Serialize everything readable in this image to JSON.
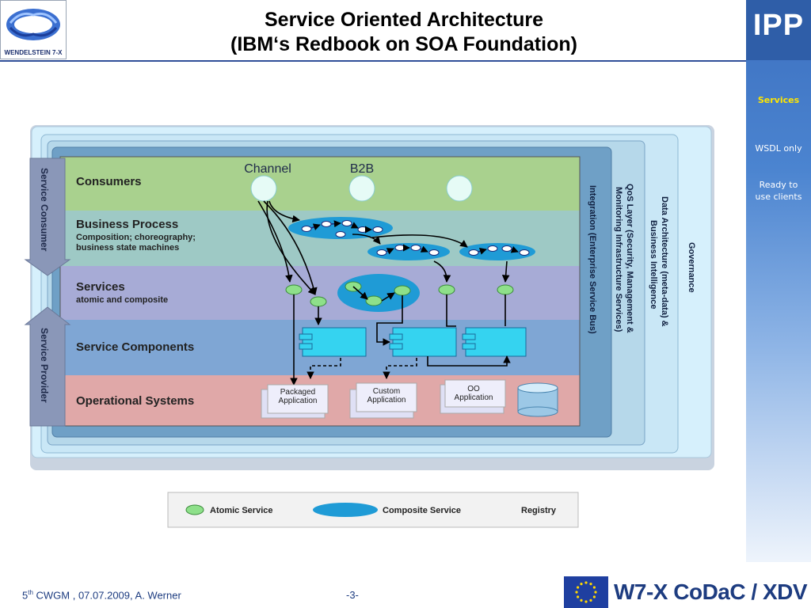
{
  "header": {
    "logo_text": "WENDELSTEIN 7-X",
    "title_line1": "Service Oriented Architecture",
    "title_line2": "(IBM‘s Redbook on SOA Foundation)",
    "brand_logo": "IPP"
  },
  "sidebar": {
    "items": [
      {
        "label": "Services",
        "active": true
      },
      {
        "label": "WSDL only",
        "active": false
      },
      {
        "label_line1": "Ready to",
        "label_line2": "use clients",
        "active": false
      }
    ]
  },
  "diagram": {
    "channel_label": "Channel",
    "b2b_label": "B2B",
    "layers": [
      {
        "title": "Consumers",
        "subtitle1": "",
        "subtitle2": ""
      },
      {
        "title": "Business Process",
        "subtitle1": "Composition; choreography;",
        "subtitle2": "business state machines"
      },
      {
        "title": "Services",
        "subtitle1": "atomic and composite",
        "subtitle2": ""
      },
      {
        "title": "Service Components",
        "subtitle1": "",
        "subtitle2": ""
      },
      {
        "title": "Operational Systems",
        "subtitle1": "",
        "subtitle2": ""
      }
    ],
    "side_labels": {
      "consumer": "Service Consumer",
      "provider": "Service Provider"
    },
    "vertical_layers": [
      "Integration (Enterprise Service Bus)",
      "QoS Layer (Security, Management &",
      "Monitoring Infrastructure Services)",
      "Data Architecture (meta-data) &",
      "Business Intelligence",
      "Governance"
    ],
    "operational": {
      "packaged_1": "Packaged",
      "packaged_2": "Application",
      "custom_1": "Custom",
      "custom_2": "Application",
      "oo_1": "OO",
      "oo_2": "Application"
    },
    "legend": {
      "atomic": "Atomic Service",
      "composite": "Composite Service",
      "registry": "Registry"
    }
  },
  "footer": {
    "event_prefix": "5",
    "event_sup": "th",
    "event_rest": " CWGM ,  07.07.2009, A. Werner",
    "page": "-3-",
    "brand": "W7-X CoDaC / XDV"
  },
  "colors": {
    "consumers_band": "#a9d18e",
    "process_band": "#9ec9c5",
    "services_band": "#a7abd6",
    "components_band": "#7fa6d4",
    "operational_band": "#e0a8a8",
    "atomic_service": "#8ee08a",
    "composite_service": "#1f9bd6",
    "component_box": "#35d3f0"
  }
}
